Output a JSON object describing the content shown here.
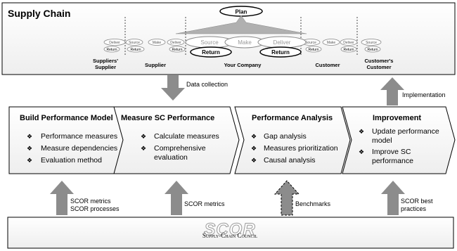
{
  "supply_chain": {
    "title": "Supply Chain",
    "plan": "Plan",
    "small_labels": {
      "deliver": "Deliver",
      "source": "Source",
      "make": "Make",
      "return": "Return"
    },
    "company_processes": {
      "source": "Source",
      "make": "Make",
      "deliver": "Deliver",
      "return": "Return"
    },
    "actors": {
      "suppliers_supplier_line1": "Suppliers'",
      "suppliers_supplier_line2": "Supplier",
      "supplier": "Supplier",
      "your_company": "Your Company",
      "customer": "Customer",
      "customers_customer_line1": "Customer's",
      "customers_customer_line2": "Customer"
    }
  },
  "arrow_labels": {
    "data_collection": "Data collection",
    "implementation": "Implementation"
  },
  "phases": [
    {
      "title": "Build Performance Model",
      "bullets": [
        "Performance measures",
        "Measure dependencies",
        "Evaluation method"
      ]
    },
    {
      "title": "Measure SC Performance",
      "bullets": [
        "Calculate measures",
        "Comprehensive",
        "evaluation"
      ]
    },
    {
      "title": "Performance Analysis",
      "bullets": [
        "Gap analysis",
        "Measures prioritization",
        "Causal analysis"
      ]
    },
    {
      "title": "Improvement",
      "bullets": [
        "Update performance",
        "model",
        "Improve SC",
        "performance"
      ]
    }
  ],
  "input_labels": {
    "scor_metrics": "SCOR metrics",
    "scor_processes": "SCOR processes",
    "scor_metrics_2": "SCOR metrics",
    "benchmarks": "Benchmarks",
    "scor_best": "SCOR best",
    "practices": "practices"
  },
  "council": {
    "logo": "SCOR",
    "name": "Supply-Chain Council"
  },
  "colors": {
    "arrow": "#8c8c8c",
    "line": "#000000",
    "bullet": "❖"
  }
}
